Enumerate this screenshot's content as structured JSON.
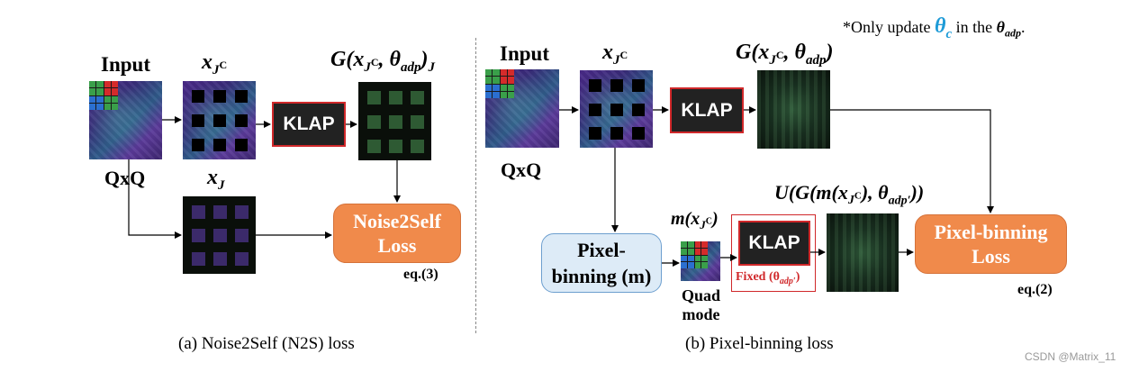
{
  "note": {
    "prefix": "*Only update",
    "theta_c": "θ",
    "theta_c_sub": "c",
    "middle": "in the",
    "theta_adp": "θ",
    "theta_adp_sub": "adp",
    "suffix": "."
  },
  "left": {
    "input_label": "Input",
    "qxq_label": "QxQ",
    "xjc_label": "x",
    "xjc_sub": "J",
    "xjc_sup": "C",
    "xj_label": "x",
    "xj_sub": "J",
    "klap_label": "KLAP",
    "g_label": "G(x",
    "g_label_rest": ", θ",
    "g_label_adp": "adp",
    "g_label_end": ")",
    "g_label_sub": "J",
    "loss_line1": "Noise2Self",
    "loss_line2": "Loss",
    "eq_label": "eq.(3)",
    "caption": "(a) Noise2Self (N2S) loss"
  },
  "right": {
    "input_label": "Input",
    "qxq_label": "QxQ",
    "xjc_label": "x",
    "xjc_sub": "J",
    "xjc_sup": "C",
    "klap_label": "KLAP",
    "g_label": "G(x",
    "g_label_rest": ", θ",
    "g_label_adp": "adp",
    "g_label_end": ")",
    "binning_line1": "Pixel-",
    "binning_line2": "binning (m)",
    "m_label": "m(x",
    "m_sub": "J",
    "m_sup": "C",
    "m_end": ")",
    "quad_line1": "Quad",
    "quad_line2": "mode",
    "klap2_label": "KLAP",
    "fixed_label": "Fixed (θ",
    "fixed_sub": "adp′",
    "fixed_end": ")",
    "u_label": "U(G(m(x",
    "u_mid": "), θ",
    "u_sub": "adp′",
    "u_end": "))",
    "loss_line1": "Pixel-binning",
    "loss_line2": "Loss",
    "eq_label": "eq.(2)",
    "caption": "(b) Pixel-binning loss"
  },
  "watermark": "CSDN @Matrix_11",
  "colors": {
    "klap_fill": "#222222",
    "klap_border": "#d0282a",
    "orange": "#f08a4b",
    "blue_fill": "#ddebf7",
    "blue_border": "#6d9fcf",
    "theta_c": "#1e9bd7",
    "fixed_red": "#d0282a"
  }
}
